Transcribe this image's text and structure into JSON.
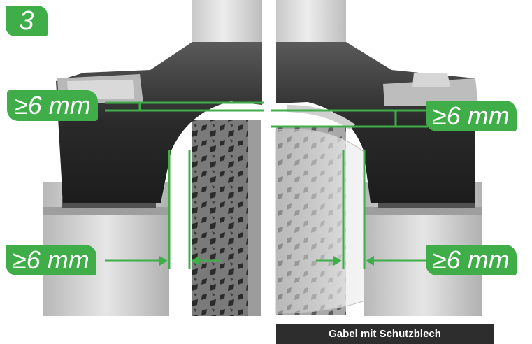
{
  "step_number": "3",
  "labels": {
    "top_left": "≥6 mm",
    "top_right": "≥6 mm",
    "bottom_left": "≥6 mm",
    "bottom_right": "≥6 mm"
  },
  "caption": "Gabel mit Schutzblech",
  "colors": {
    "accent_green": "#3fae49",
    "caption_background": "#2d2d2d",
    "label_text": "#ffffff"
  }
}
